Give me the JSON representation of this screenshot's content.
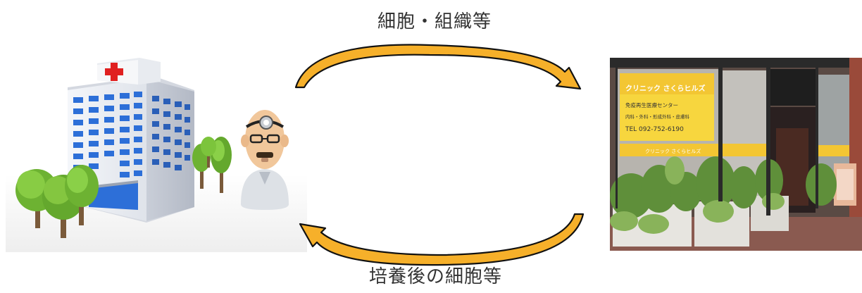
{
  "labels": {
    "top": "細胞・組織等",
    "bottom": "培養後の細胞等"
  },
  "clinic_sign": {
    "name": "クリニック さくらヒルズ",
    "department": "免疫再生医療センター",
    "specialties": "内科・外科・形成外科・皮膚科",
    "tel": "TEL 092-752-6190"
  },
  "colors": {
    "arrow_fill": "#f6b02a",
    "arrow_stroke": "#111111",
    "hospital_cross": "#e02020",
    "building_glass": "#2d6fd8",
    "tree_green": "#7cc43c",
    "sign_yellow": "#f7d63e"
  },
  "icons": {
    "hospital": "hospital-building-icon",
    "doctor": "doctor-figure-icon",
    "trees": "tree-icon"
  }
}
